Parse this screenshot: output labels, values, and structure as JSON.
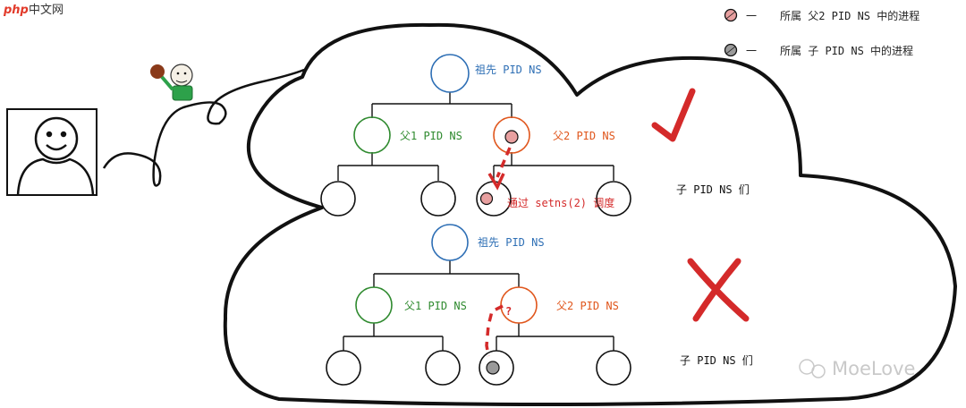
{
  "brand": {
    "php": "php",
    "site": "中文网"
  },
  "legend": [
    {
      "marker": "一",
      "text": "所属 父2 PID NS 中的进程",
      "fill": "#e8a0a0"
    },
    {
      "marker": "一",
      "text": "所属 子 PID NS 中的进程",
      "fill": "#9a9a9a"
    }
  ],
  "top_tree": {
    "ancestor": "祖先 PID NS",
    "parent1": "父1 PID NS",
    "parent2": "父2 PID NS",
    "children": "子 PID NS 们",
    "setns": "通过 setns(2) 调度",
    "verdict": "check-mark"
  },
  "bottom_tree": {
    "ancestor": "祖先 PID NS",
    "parent1": "父1 PID NS",
    "parent2": "父2 PID NS",
    "question": "?",
    "children": "子 PID NS 们",
    "verdict": "cross-mark"
  },
  "watermark": "MoeLove",
  "colors": {
    "blue": "#2e6fb5",
    "green": "#2f8a2f",
    "orange": "#e0561c",
    "red": "#d42a2a"
  }
}
